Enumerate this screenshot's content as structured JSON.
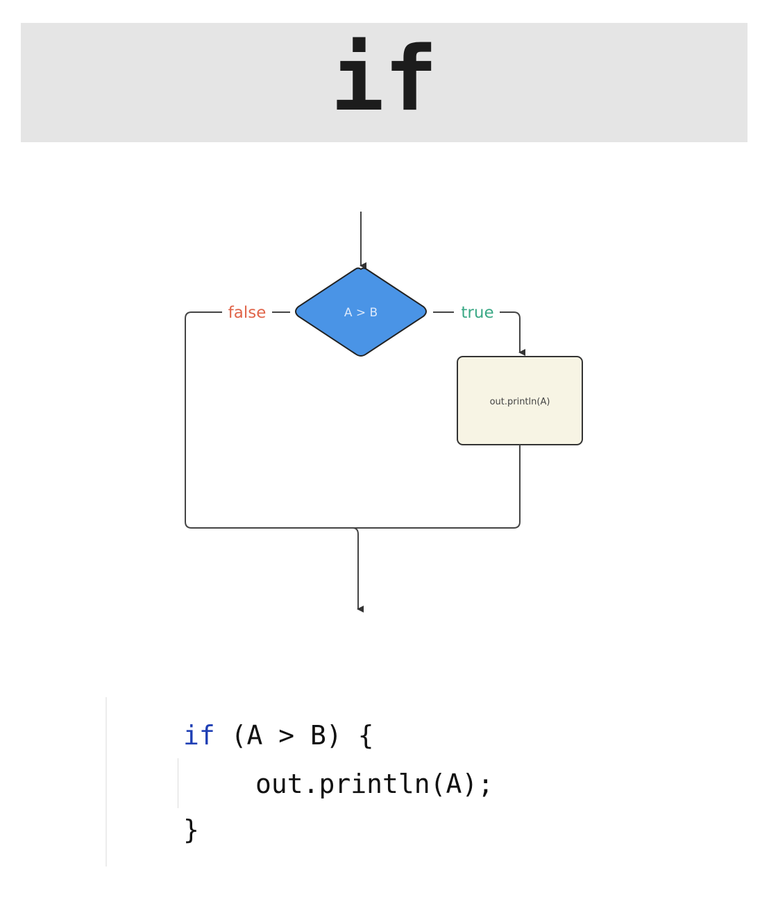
{
  "header": {
    "title": "if"
  },
  "flowchart": {
    "decision": {
      "label": "A > B",
      "fill": "#4a94e6"
    },
    "process": {
      "label": "out.println(A)",
      "fill": "#f7f4e4"
    },
    "edges": {
      "false_label": "false",
      "true_label": "true",
      "false_color": "#e0654a",
      "true_color": "#3aa885"
    }
  },
  "code": {
    "line1_keyword": "if",
    "line1_rest": " (A > B) {",
    "line2": "out.println(A);",
    "line3": "}",
    "keyword_color": "#1f3fb4"
  }
}
